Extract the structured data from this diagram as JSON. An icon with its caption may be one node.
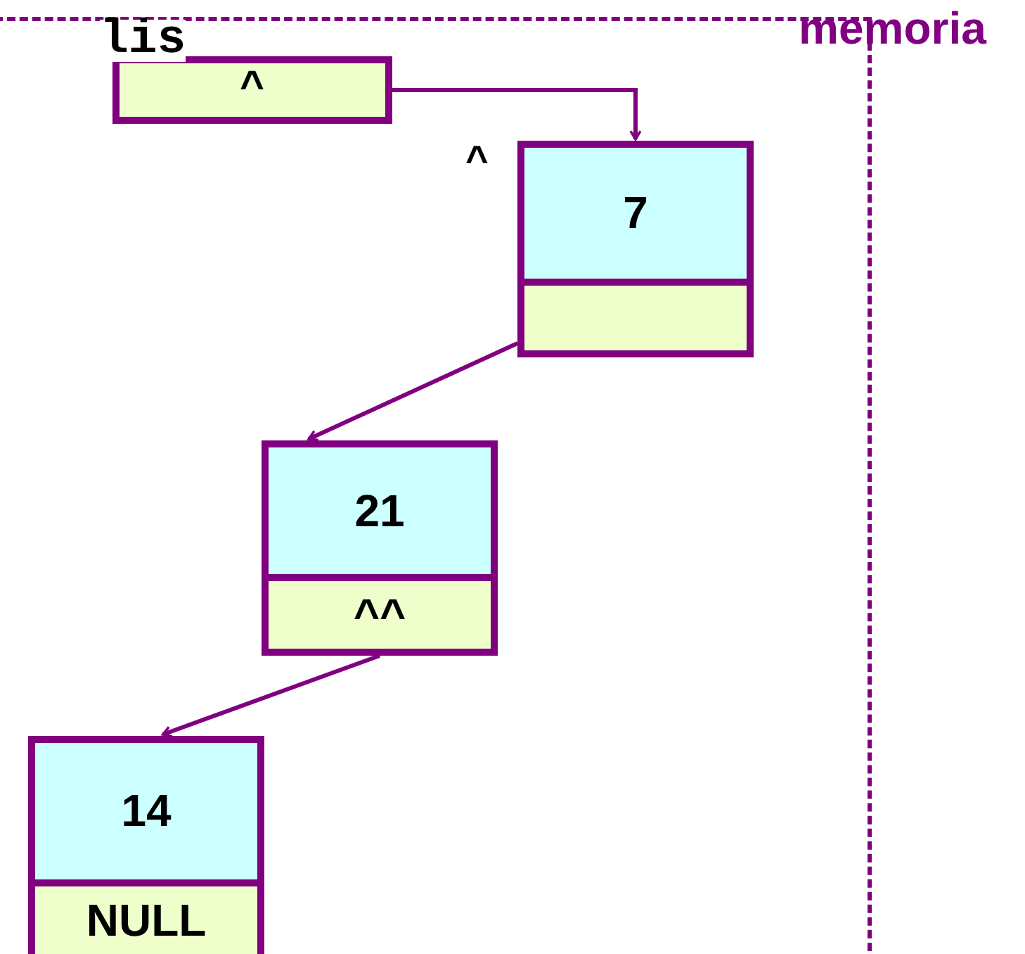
{
  "diagram": {
    "nodes": [
      {
        "text": [
          "memoria"
        ]
      },
      {
        "text": [
          "lis",
          "^"
        ],
        "in": 0
      },
      {
        "text": [
          "7"
        ],
        "in": 0,
        "beside": [
          "^"
        ]
      },
      {
        "text": [
          "21",
          "^^"
        ],
        "in": 0
      },
      {
        "text": [
          "14",
          "NULL"
        ],
        "in": 0
      }
    ],
    "edges": [
      {
        "from": 1,
        "to": 2,
        "arrow": "to"
      },
      {
        "from": 2,
        "to": 3,
        "arrow": "to"
      },
      {
        "from": 3,
        "to": 4,
        "arrow": "to"
      }
    ]
  }
}
